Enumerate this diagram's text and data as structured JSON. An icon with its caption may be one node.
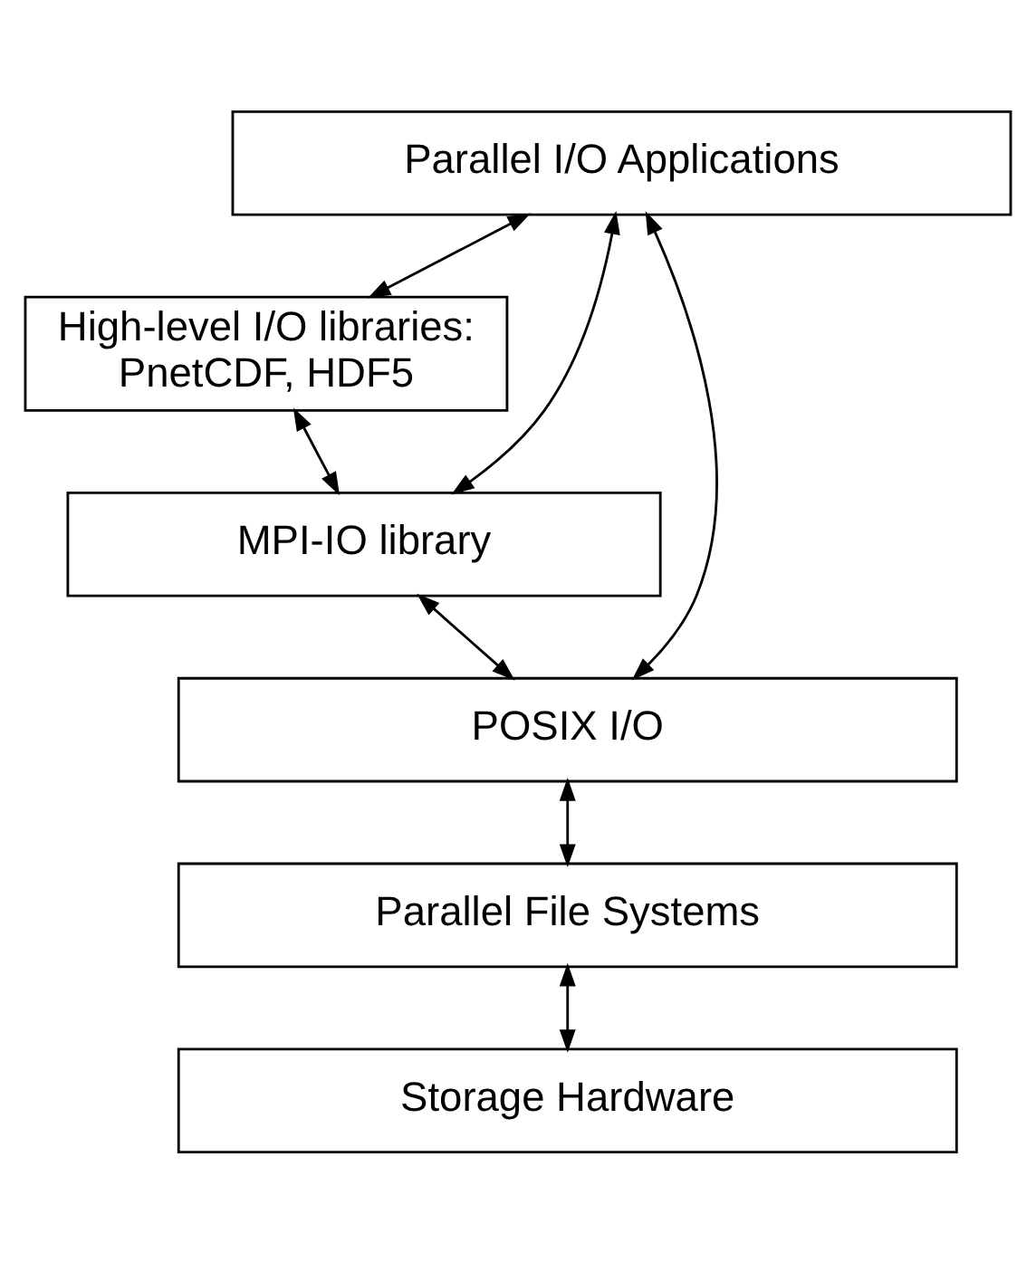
{
  "diagram": {
    "nodes": [
      {
        "text": [
          "Parallel I/O Applications"
        ]
      },
      {
        "text": [
          "High-level I/O libraries: PnetCDF, HDF5"
        ]
      },
      {
        "text": [
          "MPI-IO library"
        ]
      },
      {
        "text": [
          "POSIX I/O"
        ]
      },
      {
        "text": [
          "Parallel File Systems"
        ]
      },
      {
        "text": [
          "Storage Hardware"
        ]
      }
    ],
    "edges": [
      {
        "from": 0,
        "to": 1,
        "arrow": "both"
      },
      {
        "from": 1,
        "to": 2,
        "arrow": "both"
      },
      {
        "from": 2,
        "to": 3,
        "arrow": "both"
      },
      {
        "from": 3,
        "to": 4,
        "arrow": "both"
      },
      {
        "from": 4,
        "to": 5,
        "arrow": "both"
      },
      {
        "from": 0,
        "to": 2,
        "arrow": "both"
      },
      {
        "from": 0,
        "to": 3,
        "arrow": "both"
      }
    ]
  }
}
